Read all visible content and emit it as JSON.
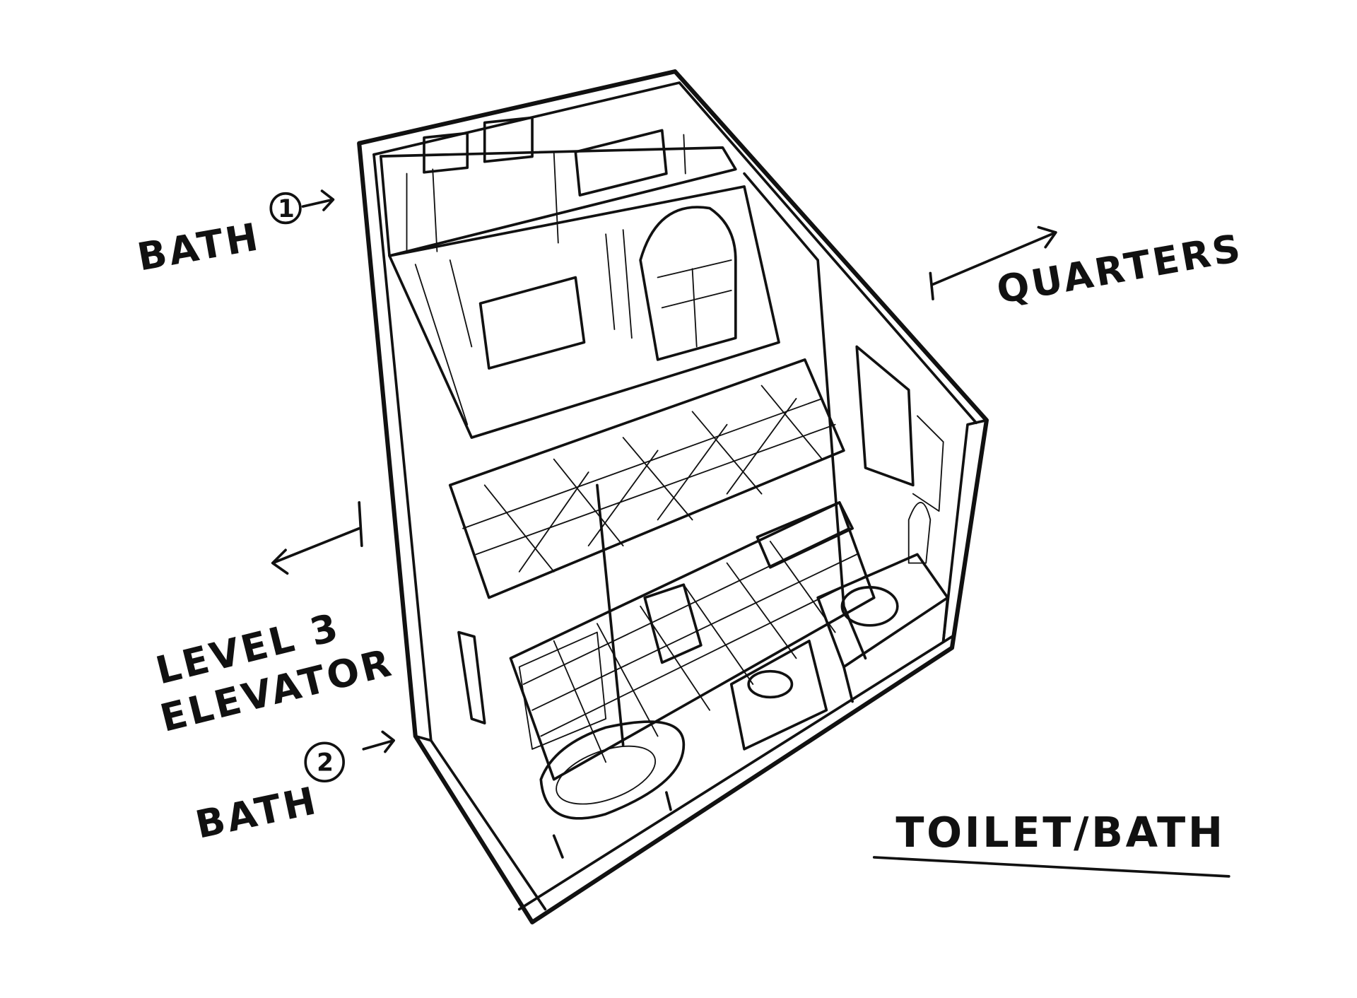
{
  "title": "TOILET/BATH",
  "labels": {
    "bath1": "BATH",
    "bath1_num": "1",
    "bath2": "BATH",
    "bath2_num": "2",
    "quarters": "QUARTERS",
    "level": "LEVEL 3",
    "elevator": "ELEVATOR"
  },
  "colors": {
    "ink": "#111111",
    "paper": "#ffffff"
  }
}
